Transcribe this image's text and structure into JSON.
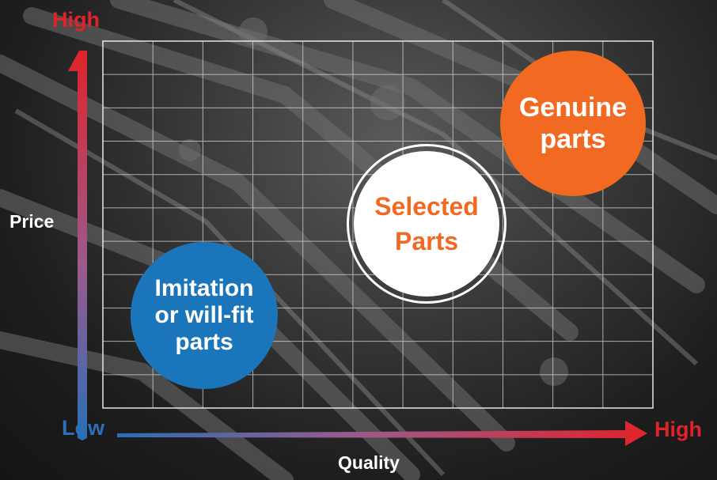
{
  "colors": {
    "high": "#e0232b",
    "low": "#2a6fb8",
    "imitation": "#1b75bb",
    "selected_fill": "#ffffff",
    "selected_text": "#f26a21",
    "genuine": "#f26a21",
    "grid": "#d8d8d8",
    "label": "#ffffff"
  },
  "y_axis": {
    "high": "High",
    "title": "Price"
  },
  "x_axis": {
    "low": "Low",
    "high": "High",
    "title": "Quality"
  },
  "bubbles": {
    "imitation": "Imitation\nor will-fit\nparts",
    "selected": "Selected\nParts",
    "genuine": "Genuine\nparts"
  }
}
